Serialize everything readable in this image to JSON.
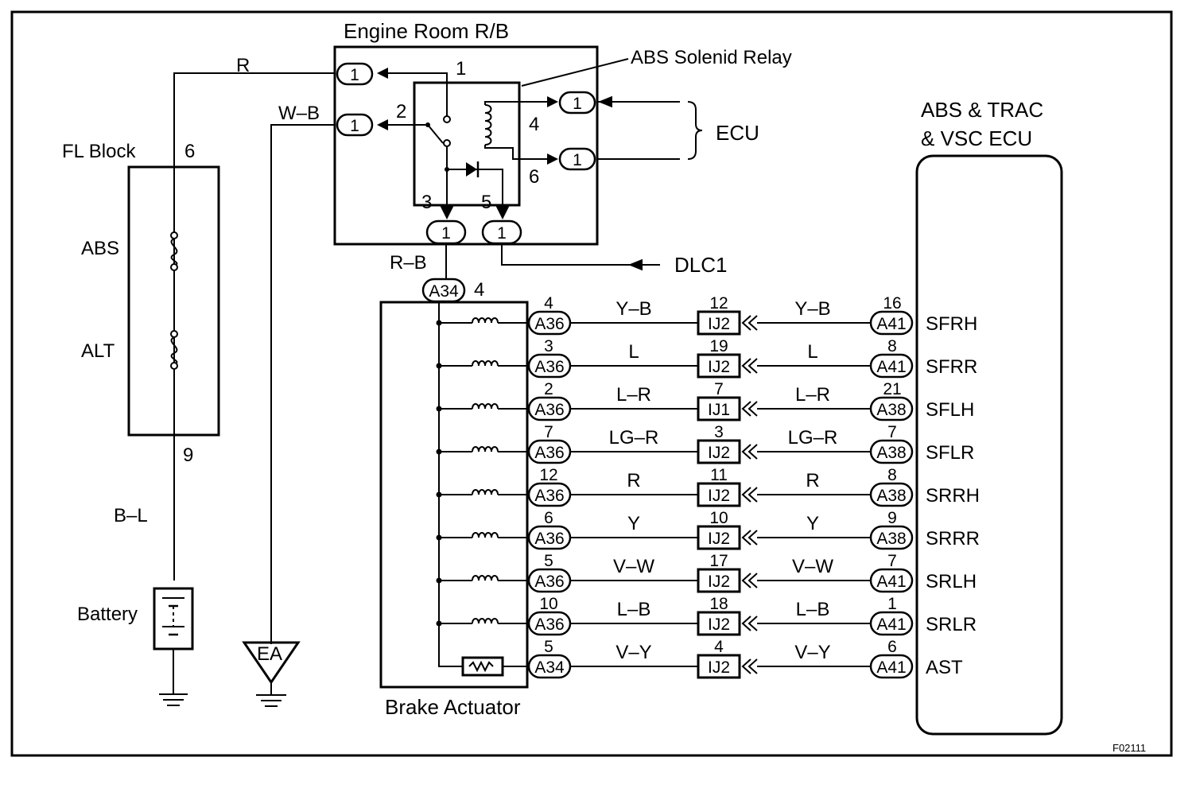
{
  "figure_id": "F02111",
  "engine_room": {
    "title": "Engine Room R/B",
    "relay_label": "ABS Solenid Relay",
    "ecu_label": "ECU",
    "dlc_label": "DLC1",
    "wire_r": "R",
    "wire_wb": "W–B",
    "wire_rb": "R–B",
    "connector_pin": "1",
    "pins": [
      "1",
      "2",
      "3",
      "4",
      "5",
      "6"
    ]
  },
  "fl_block": {
    "title": "FL Block",
    "pin_top": "6",
    "pin_bottom": "9",
    "fuse_abs": "ABS",
    "fuse_alt": "ALT",
    "wire_bl": "B–L"
  },
  "battery": {
    "label": "Battery"
  },
  "ground": {
    "label": "EA"
  },
  "actuator": {
    "label": "Brake Actuator",
    "supply_conn": "A34",
    "supply_pin": "4"
  },
  "ecu": {
    "line1": "ABS & TRAC",
    "line2": "& VSC ECU"
  },
  "rows": [
    {
      "act_conn": "A36",
      "act_pin": "4",
      "color": "Y–B",
      "ij": "IJ2",
      "ij_pin": "12",
      "ecu_conn": "A41",
      "ecu_pin": "16",
      "signal": "SFRH"
    },
    {
      "act_conn": "A36",
      "act_pin": "3",
      "color": "L",
      "ij": "IJ2",
      "ij_pin": "19",
      "ecu_conn": "A41",
      "ecu_pin": "8",
      "signal": "SFRR"
    },
    {
      "act_conn": "A36",
      "act_pin": "2",
      "color": "L–R",
      "ij": "IJ1",
      "ij_pin": "7",
      "ecu_conn": "A38",
      "ecu_pin": "21",
      "signal": "SFLH"
    },
    {
      "act_conn": "A36",
      "act_pin": "7",
      "color": "LG–R",
      "ij": "IJ2",
      "ij_pin": "3",
      "ecu_conn": "A38",
      "ecu_pin": "7",
      "signal": "SFLR"
    },
    {
      "act_conn": "A36",
      "act_pin": "12",
      "color": "R",
      "ij": "IJ2",
      "ij_pin": "11",
      "ecu_conn": "A38",
      "ecu_pin": "8",
      "signal": "SRRH"
    },
    {
      "act_conn": "A36",
      "act_pin": "6",
      "color": "Y",
      "ij": "IJ2",
      "ij_pin": "10",
      "ecu_conn": "A38",
      "ecu_pin": "9",
      "signal": "SRRR"
    },
    {
      "act_conn": "A36",
      "act_pin": "5",
      "color": "V–W",
      "ij": "IJ2",
      "ij_pin": "17",
      "ecu_conn": "A41",
      "ecu_pin": "7",
      "signal": "SRLH"
    },
    {
      "act_conn": "A36",
      "act_pin": "10",
      "color": "L–B",
      "ij": "IJ2",
      "ij_pin": "18",
      "ecu_conn": "A41",
      "ecu_pin": "1",
      "signal": "SRLR"
    },
    {
      "act_conn": "A34",
      "act_pin": "5",
      "color": "V–Y",
      "ij": "IJ2",
      "ij_pin": "4",
      "ecu_conn": "A41",
      "ecu_pin": "6",
      "signal": "AST"
    }
  ]
}
